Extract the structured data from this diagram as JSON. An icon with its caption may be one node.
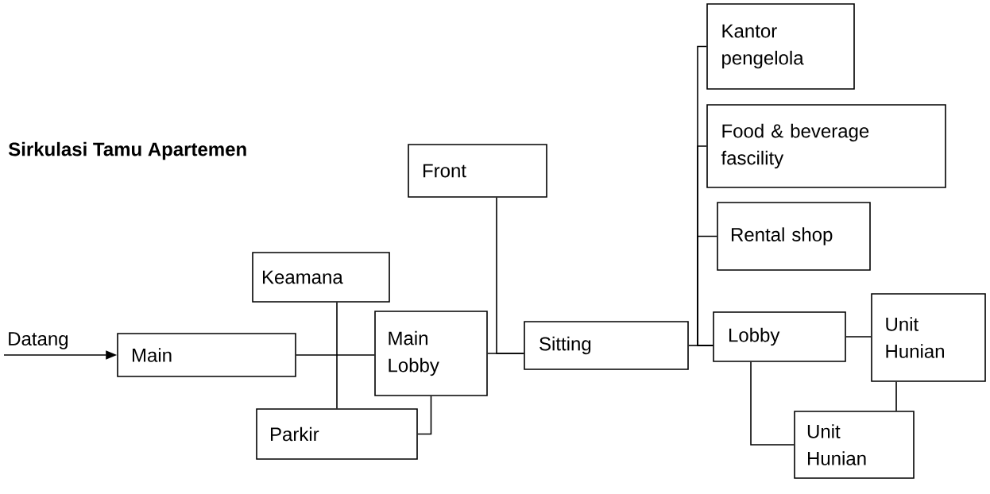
{
  "diagram": {
    "title": "Sirkulasi Tamu Apartemen",
    "nodes": [
      {
        "text": [
          "Main"
        ]
      },
      {
        "text": [
          "Keamana"
        ]
      },
      {
        "text": [
          "Parkir"
        ]
      },
      {
        "text": [
          "Main Lobby"
        ]
      },
      {
        "text": [
          "Front"
        ]
      },
      {
        "text": [
          "Sitting"
        ]
      },
      {
        "text": [
          "Kantor pengelola"
        ]
      },
      {
        "text": [
          "Food & beverage fascility"
        ]
      },
      {
        "text": [
          "Rental shop"
        ]
      },
      {
        "text": [
          "Lobby"
        ]
      },
      {
        "text": [
          "Unit Hunian"
        ]
      },
      {
        "text": [
          "Unit Hunian"
        ]
      }
    ],
    "edges": [
      {
        "from": null,
        "to": 0,
        "arrow": "to",
        "label": "Datang"
      },
      {
        "from": 0,
        "to": 3,
        "arrow": "none"
      },
      {
        "from": 1,
        "to": 2,
        "arrow": "none"
      },
      {
        "from": 3,
        "to": 2,
        "arrow": "none"
      },
      {
        "from": 3,
        "to": 5,
        "arrow": "none"
      },
      {
        "from": 4,
        "to": 5,
        "arrow": "none"
      },
      {
        "from": 5,
        "to": 9,
        "arrow": "none"
      },
      {
        "from": 6,
        "to": 9,
        "arrow": "none"
      },
      {
        "from": 7,
        "to": 9,
        "arrow": "none"
      },
      {
        "from": 8,
        "to": 9,
        "arrow": "none"
      },
      {
        "from": 9,
        "to": 10,
        "arrow": "none"
      },
      {
        "from": 9,
        "to": 11,
        "arrow": "none"
      },
      {
        "from": 10,
        "to": 11,
        "arrow": "none"
      }
    ]
  }
}
